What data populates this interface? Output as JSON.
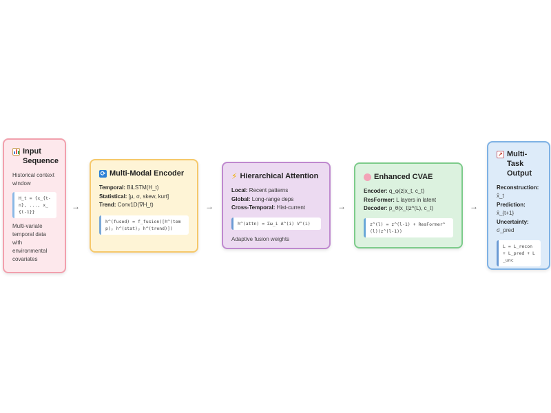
{
  "input": {
    "title": "Input Sequence",
    "icon": "bar-chart-icon",
    "desc": "Historical context window",
    "code": "H_t = {x_{t-n}, ..., x_{t-1}}",
    "note": "Multi-variate temporal data with environmental covariates"
  },
  "encoder": {
    "title": "Multi-Modal Encoder",
    "icon": "cycle-arrows-icon",
    "rows": [
      {
        "label": "Temporal:",
        "value": " BiLSTM(H_t)"
      },
      {
        "label": "Statistical:",
        "value": " [μ, σ, skew, kurt]"
      },
      {
        "label": "Trend:",
        "value": " Conv1D(∇H_t)"
      }
    ],
    "code": "h^(fused) = f_fusion([h^(temp); h^(stat); h^(trend)])"
  },
  "attention": {
    "title": "Hierarchical Attention",
    "icon": "lightning-icon",
    "rows": [
      {
        "label": "Local:",
        "value": " Recent patterns"
      },
      {
        "label": "Global:",
        "value": " Long-range deps"
      },
      {
        "label": "Cross-Temporal:",
        "value": " Hist-current"
      }
    ],
    "code": "h^(attn) = Σω_i A^(i) V^(i)",
    "note": "Adaptive fusion weights"
  },
  "cvae": {
    "title": "Enhanced CVAE",
    "icon": "brain-icon",
    "rows": [
      {
        "label": "Encoder:",
        "value": " q_φ(z|x_t, c_t)"
      },
      {
        "label": "ResFormer:",
        "value": " L layers in latent"
      },
      {
        "label": "Decoder:",
        "value": " p_θ(x_t|z^(L), c_t)"
      }
    ],
    "code": "z^(l) = z^(l-1) + ResFormer^(l)(z^(l-1))"
  },
  "output": {
    "title": "Multi-Task Output",
    "icon": "trend-chart-icon",
    "items": [
      {
        "label": "Reconstruction:",
        "value": "x̂_t"
      },
      {
        "label": "Prediction:",
        "value": "x̂_{t+1}"
      },
      {
        "label": "Uncertainty:",
        "value": "σ_pred"
      }
    ],
    "code": "L = L_recon + L_pred + L_unc"
  },
  "arrow_glyph": "→"
}
